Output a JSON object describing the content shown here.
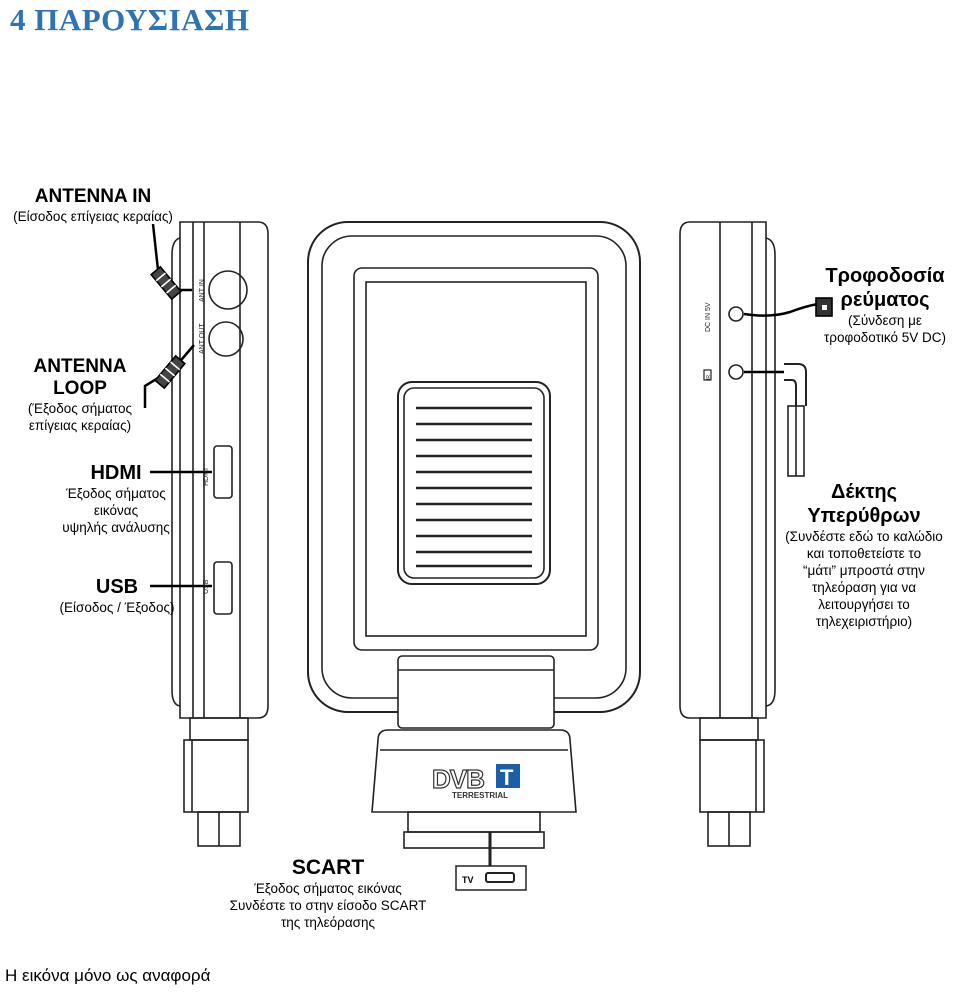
{
  "heading": "4 ΠΑΡΟΥΣΙΑΣΗ",
  "labels": {
    "antenna_in": {
      "title": "ANTENNA IN",
      "sub": "(Είσοδος επίγειας κεραίας)"
    },
    "antenna_loop": {
      "title": "ANTENNA LOOP",
      "sub1": "(Έξοδος σήματος",
      "sub2": "επίγειας κεραίας)"
    },
    "hdmi": {
      "title": "HDMI",
      "sub1": "Έξοδος σήματος",
      "sub2": "εικόνας",
      "sub3": "υψηλής ανάλυσης"
    },
    "usb": {
      "title": "USB",
      "sub": "(Είσοδος / Έξοδος)"
    },
    "power": {
      "title1": "Τροφοδοσία",
      "title2": "ρεύματος",
      "sub1": "(Σύνδεση με",
      "sub2": "τροφοδοτικό 5V DC)"
    },
    "ir": {
      "title": "Δέκτης Υπερύθρων",
      "sub1": "(Συνδέστε εδώ το καλώδιο",
      "sub2": "και τοποθετείστε το",
      "sub3": "“μάτι” μπροστά στην",
      "sub4": "τηλεόραση για να",
      "sub5": "λειτουργήσει το",
      "sub6": "τηλεχειριστήριο)"
    },
    "scart": {
      "title": "SCART",
      "sub1": "Έξοδος σήματος εικόνας",
      "sub2": "Συνδέστε το στην είσοδο SCART",
      "sub3": "της τηλεόρασης"
    }
  },
  "device_marks": {
    "ant_in": "ANT IN",
    "ant_out": "ANT OUT",
    "hdmi": "HDMI",
    "usb": "USB",
    "dc_in": "DC IN 5V",
    "ir": "IR",
    "dvb": "DVB",
    "dvb_t": "T",
    "terrestrial": "TERRESTRIAL",
    "tv": "TV"
  },
  "caption": "Η εικόνα μόνο ως αναφορά"
}
